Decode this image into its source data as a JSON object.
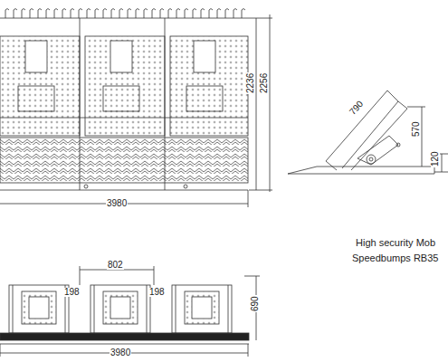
{
  "diagram": {
    "labels": [
      "2236",
      "2256",
      "3980",
      "790",
      "570",
      "120",
      "High security Mob",
      "Speedbumps RB35",
      "802",
      "198",
      "198",
      "690",
      "3980"
    ]
  }
}
